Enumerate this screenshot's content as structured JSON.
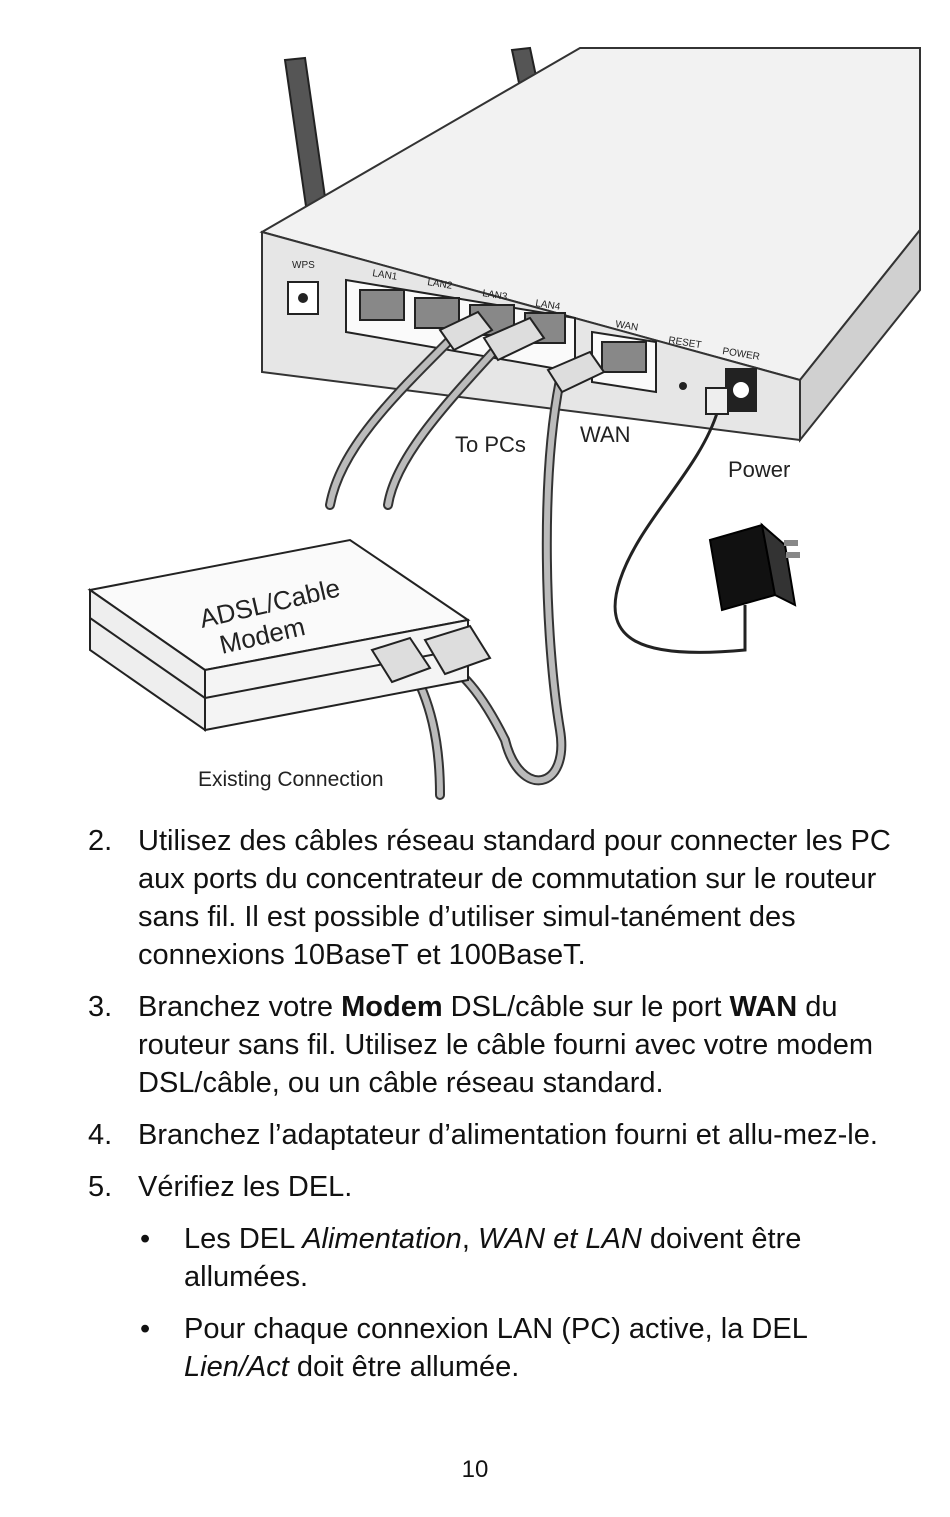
{
  "figure": {
    "port_labels": {
      "wps": "WPS",
      "lan1": "LAN1",
      "lan2": "LAN2",
      "lan3": "LAN3",
      "lan4": "LAN4",
      "wan": "WAN",
      "reset": "RESET",
      "power": "POWER"
    },
    "callouts": {
      "to_pcs": "To PCs",
      "wan": "WAN",
      "power": "Power",
      "modem_line1": "ADSL/Cable",
      "modem_line2": "Modem",
      "existing_connection": "Existing Connection"
    }
  },
  "steps": [
    {
      "number": "2.",
      "text": "Utilisez des câbles réseau standard pour connecter les PC aux ports du concentrateur de commutation sur le routeur sans fil. Il est possible d’utiliser simul-tanément des connexions 10BaseT et 100BaseT."
    },
    {
      "number": "3.",
      "t1": "Branchez votre ",
      "b1": "Modem",
      "t2": " DSL/câble sur le port ",
      "b2": "WAN",
      "t3": " du routeur sans fil. Utilisez le câble fourni avec votre modem DSL/câble, ou un câble réseau standard."
    },
    {
      "number": "4.",
      "text": "Branchez l’adaptateur d’alimentation fourni et allu-mez-le."
    },
    {
      "number": "5.",
      "text": "Vérifiez les DEL."
    }
  ],
  "bullets": [
    {
      "marker": "•",
      "t1": "Les DEL ",
      "i1": "Alimentation",
      "t2": ", ",
      "i2": "WAN et LAN",
      "t3": " doivent être allumées."
    },
    {
      "marker": "•",
      "t1": "Pour chaque connexion LAN (PC) active, la DEL ",
      "i1": "Lien/Act",
      "t2": " doit être allumée."
    }
  ],
  "page_number": "10"
}
